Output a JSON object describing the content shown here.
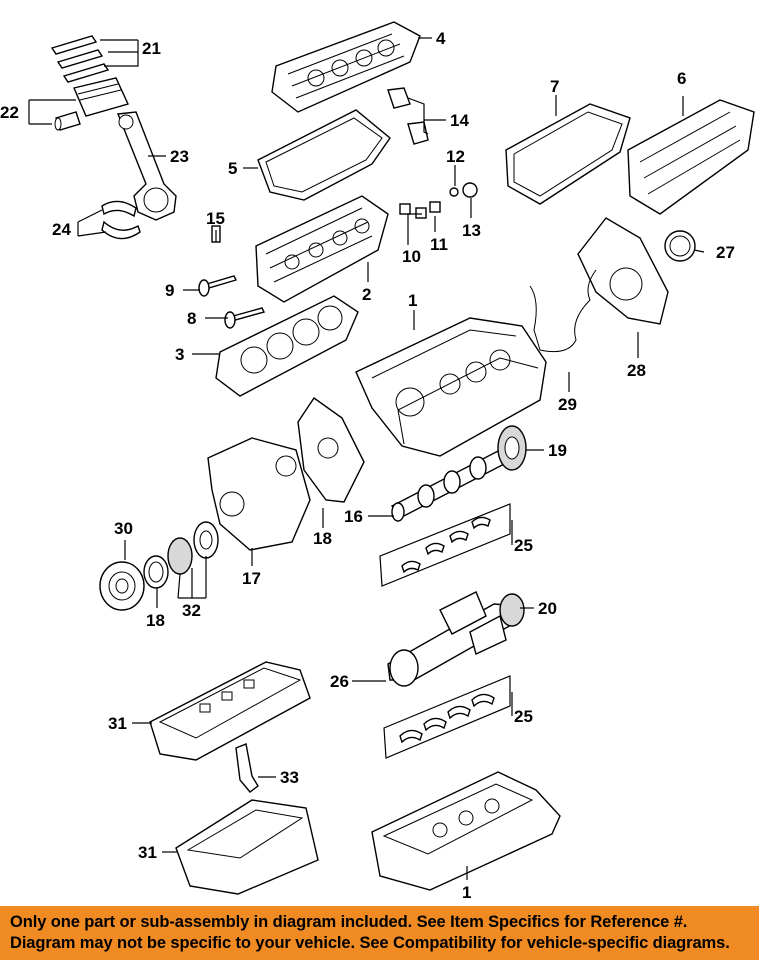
{
  "callouts": {
    "c1a": "1",
    "c1b": "1",
    "c2": "2",
    "c3": "3",
    "c4": "4",
    "c5": "5",
    "c6": "6",
    "c7": "7",
    "c8": "8",
    "c9": "9",
    "c10": "10",
    "c11": "11",
    "c12": "12",
    "c13": "13",
    "c14": "14",
    "c15": "15",
    "c16": "16",
    "c17": "17",
    "c18a": "18",
    "c18b": "18",
    "c19": "19",
    "c20": "20",
    "c21": "21",
    "c22": "22",
    "c23": "23",
    "c24": "24",
    "c25a": "25",
    "c25b": "25",
    "c26": "26",
    "c27": "27",
    "c28": "28",
    "c29": "29",
    "c30": "30",
    "c31a": "31",
    "c31b": "31",
    "c32": "32",
    "c33": "33"
  },
  "footer": {
    "line1": "Only one part or sub-assembly in diagram included. See Item Specifics for Reference #.",
    "line2": "Diagram may not be specific to your vehicle. See Compatibility for vehicle-specific diagrams.",
    "background": "#f08a22"
  }
}
